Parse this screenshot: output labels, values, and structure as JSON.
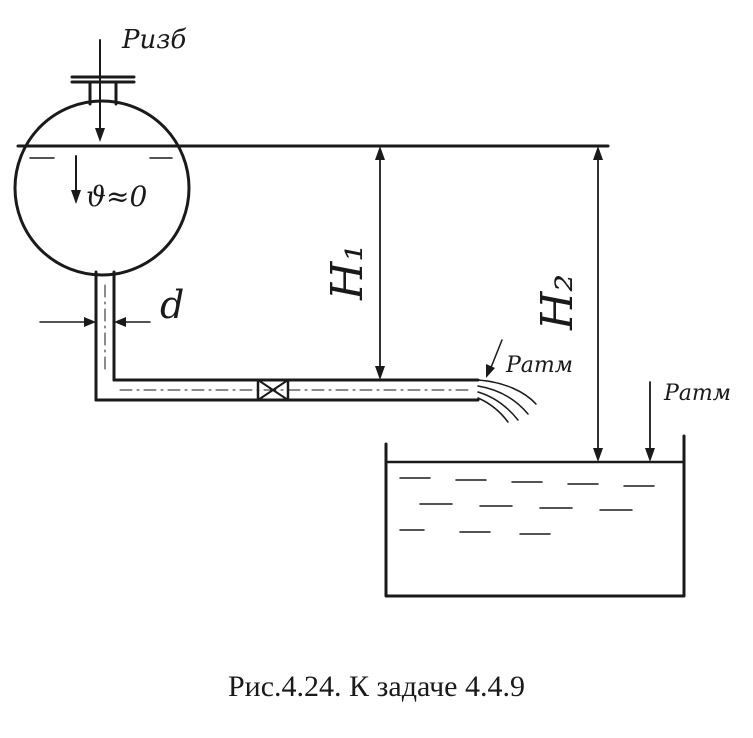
{
  "labels": {
    "p_gauge": "Ризб",
    "velocity": "ϑ≈0",
    "diameter": "d",
    "h1": "H₁",
    "h2": "H₂",
    "p_atm_outlet": "Ратм",
    "p_atm_tank": "Ратм"
  },
  "caption": "Рис.4.24. К задаче 4.4.9"
}
